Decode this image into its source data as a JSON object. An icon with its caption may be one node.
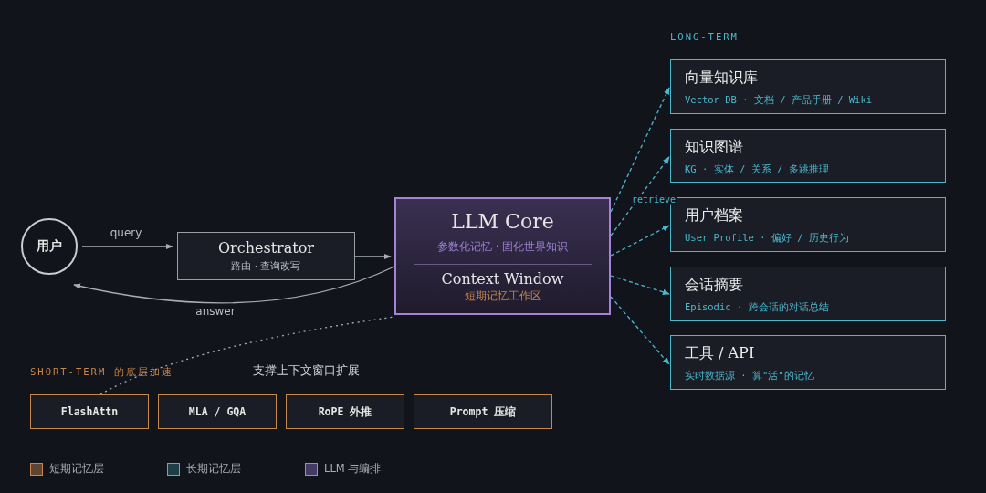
{
  "diagram": {
    "nodes": [
      {
        "text": [
          "用户"
        ]
      },
      {
        "text": [
          "Orchestrator",
          "路由 · 查询改写"
        ]
      },
      {
        "text": [
          "LLM Core",
          "参数化记忆 · 固化世界知识",
          "Context Window",
          "短期记忆工作区"
        ]
      },
      {
        "text": [
          "向量知识库",
          "Vector DB · 文档 / 产品手册 / Wiki"
        ]
      },
      {
        "text": [
          "知识图谱",
          "KG · 实体 / 关系 / 多跳推理"
        ]
      },
      {
        "text": [
          "用户档案",
          "User Profile · 偏好 / 历史行为"
        ]
      },
      {
        "text": [
          "会话摘要",
          "Episodic · 跨会话的对话总结"
        ]
      },
      {
        "text": [
          "工具 / API",
          "实时数据源 · 算\"活\"的记忆"
        ]
      },
      {
        "text": [
          "FlashAttn"
        ]
      },
      {
        "text": [
          "MLA / GQA"
        ]
      },
      {
        "text": [
          "RoPE 外推"
        ]
      },
      {
        "text": [
          "Prompt 压缩"
        ]
      }
    ],
    "edges": [
      {
        "from": 0,
        "to": 1,
        "arrow": "to",
        "label": "query",
        "color": "#a8acb4"
      },
      {
        "from": 1,
        "to": 2,
        "arrow": "to",
        "color": "#a8acb4"
      },
      {
        "from": 2,
        "to": 0,
        "arrow": "to",
        "label": "answer",
        "color": "#a8acb4"
      },
      {
        "from": 2,
        "to": 3,
        "arrow": "to",
        "style": "dashed",
        "color": "#4ab8cc"
      },
      {
        "from": 2,
        "to": 4,
        "arrow": "to",
        "style": "dashed",
        "color": "#4ab8cc",
        "label": "retrieve"
      },
      {
        "from": 2,
        "to": 5,
        "arrow": "to",
        "style": "dashed",
        "color": "#4ab8cc"
      },
      {
        "from": 2,
        "to": 6,
        "arrow": "to",
        "style": "dashed",
        "color": "#4ab8cc"
      },
      {
        "from": 2,
        "to": 7,
        "arrow": "to",
        "style": "dashed",
        "color": "#4ab8cc"
      },
      {
        "from": 8,
        "to": 2,
        "arrow": "none",
        "style": "dashed",
        "color": "#a8acb4",
        "label": "支撑上下文窗口扩展"
      }
    ],
    "labels": [
      "LONG-TERM",
      "SHORT-TERM 的底层加速"
    ],
    "legend": [
      {
        "text": "短期记忆层",
        "color": "#5e4532"
      },
      {
        "text": "长期记忆层",
        "color": "#1f3f48"
      },
      {
        "text": "LLM 与编排",
        "color": "#443a63"
      }
    ]
  }
}
